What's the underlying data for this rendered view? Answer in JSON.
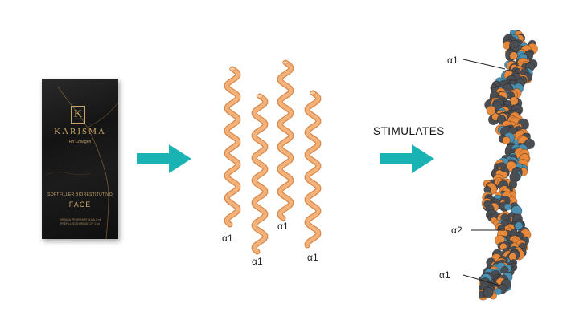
{
  "product": {
    "brand": "KARISMA",
    "subtitle": "Rh Collagen",
    "line1": "SOFTFILLER BIORESTITUTIVO",
    "line2": "FACE",
    "line3a": "SIRINGA PRERIEMPITA DA 2 ml",
    "line3b": "PREFILLED SYRINGE OF 2 ml"
  },
  "strands": {
    "labels": [
      "α1",
      "α1",
      "α1",
      "α1"
    ]
  },
  "stimulates": "STIMULATES",
  "helix": {
    "labels": [
      "α1",
      "α2",
      "α1"
    ]
  },
  "colors": {
    "arrow": "#1ab3b3",
    "strand": "#f2b27a",
    "strand_edge": "#d9884a",
    "helix_dark": "#4a4d52",
    "helix_orange": "#e8883a",
    "helix_blue": "#4a8fb0"
  },
  "icons": [
    "right-arrow-icon",
    "right-arrow-icon"
  ]
}
